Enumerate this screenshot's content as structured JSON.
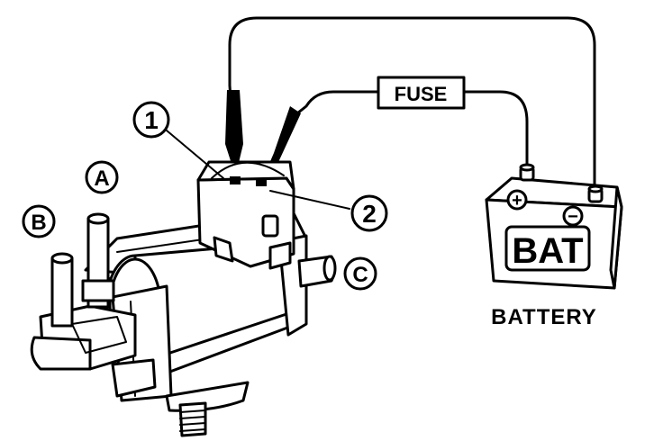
{
  "labels": {
    "callout_1": "1",
    "callout_2": "2",
    "port_a": "A",
    "port_b": "B",
    "port_c": "C",
    "fuse": "FUSE",
    "bat": "BAT",
    "plus": "+",
    "minus": "−",
    "battery": "BATTERY"
  },
  "colors": {
    "ink": "#000000",
    "paper": "#ffffff"
  }
}
